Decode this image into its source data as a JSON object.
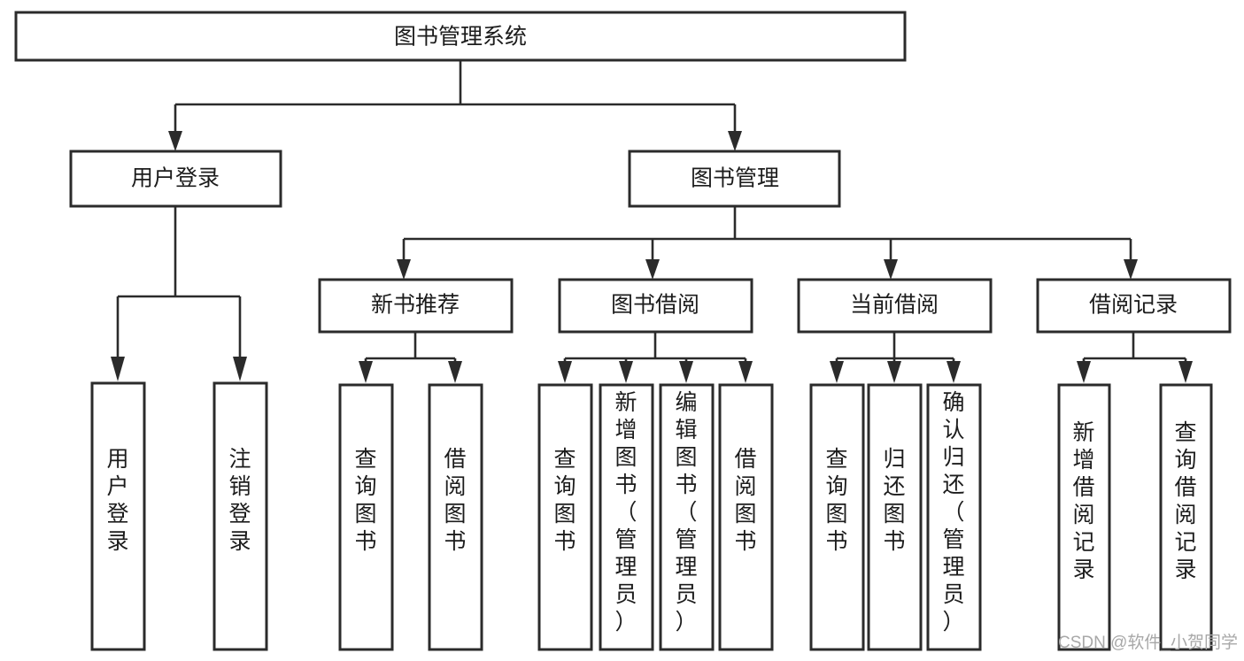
{
  "diagram": {
    "title": "图书管理系统",
    "type": "tree-hierarchy",
    "root": {
      "label": "图书管理系统"
    },
    "level2": [
      {
        "label": "用户登录"
      },
      {
        "label": "图书管理"
      }
    ],
    "level3": [
      {
        "label": "新书推荐"
      },
      {
        "label": "图书借阅"
      },
      {
        "label": "当前借阅"
      },
      {
        "label": "借阅记录"
      }
    ],
    "leaves": {
      "user_login": [
        {
          "label": "用户登录"
        },
        {
          "label": "注销登录"
        }
      ],
      "new_book_recommend": [
        {
          "label": "查询图书"
        },
        {
          "label": "借阅图书"
        }
      ],
      "book_borrow": [
        {
          "label": "查询图书"
        },
        {
          "label": "新增图书（管理员）"
        },
        {
          "label": "编辑图书（管理员）"
        },
        {
          "label": "借阅图书"
        }
      ],
      "current_borrow": [
        {
          "label": "查询图书"
        },
        {
          "label": "归还图书"
        },
        {
          "label": "确认归还（管理员）"
        }
      ],
      "borrow_record": [
        {
          "label": "新增借阅记录"
        },
        {
          "label": "查询借阅记录"
        }
      ]
    }
  },
  "watermark": {
    "text": "CSDN @软件_小贺同学"
  },
  "colors": {
    "stroke": "#2b2b2b",
    "fill": "#ffffff",
    "text": "#1c1c1c",
    "watermark": "#a8a8a8"
  }
}
